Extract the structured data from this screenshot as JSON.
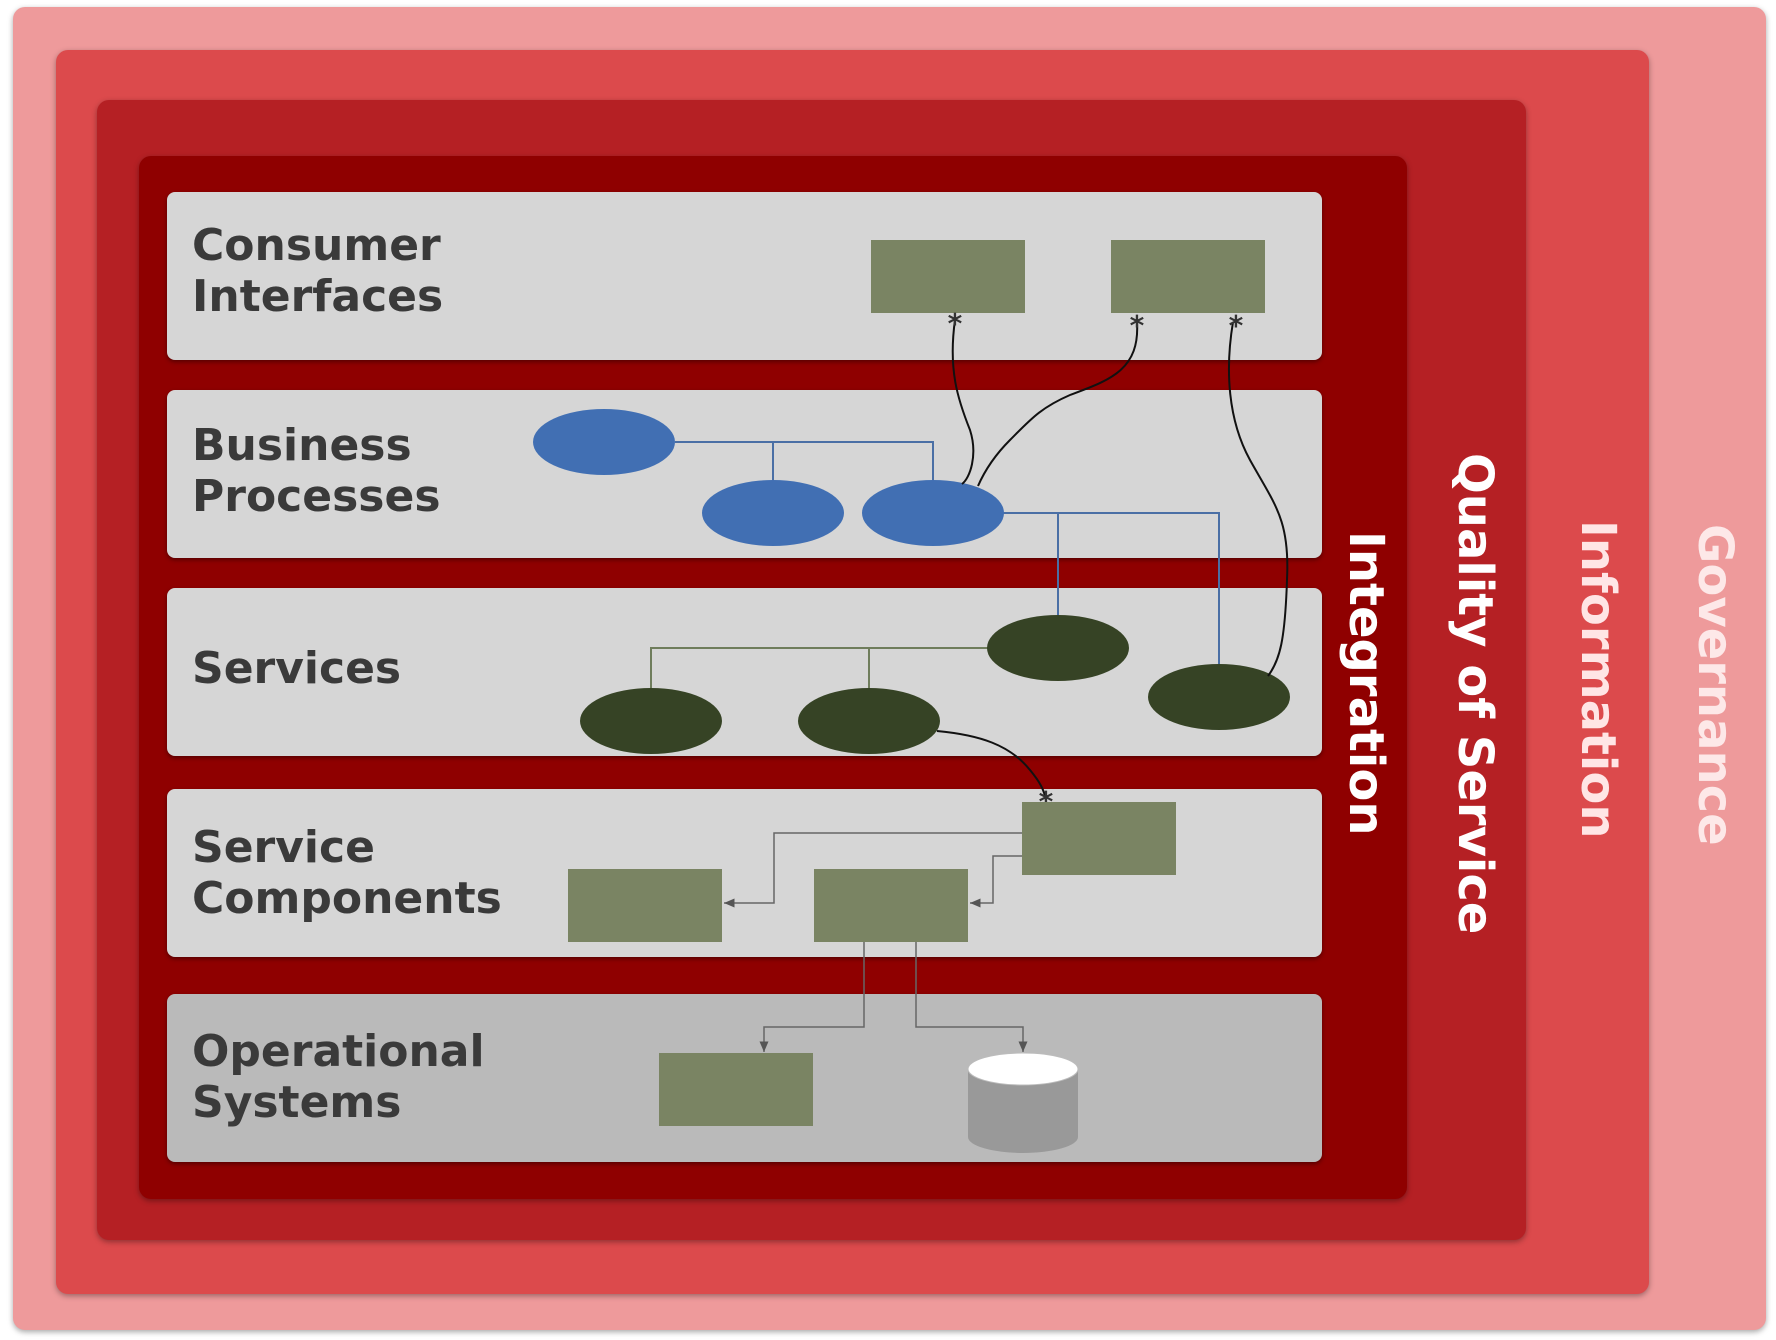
{
  "frames": {
    "governance": "Governance",
    "information": "Information",
    "quality_of_service": "Quality of Service",
    "integration": "Integration"
  },
  "layers": {
    "consumer_interfaces": {
      "line1": "Consumer",
      "line2": "Interfaces"
    },
    "business_processes": {
      "line1": "Business",
      "line2": "Processes"
    },
    "services": {
      "line1": "Services"
    },
    "service_components": {
      "line1": "Service",
      "line2": "Components"
    },
    "operational_systems": {
      "line1": "Operational",
      "line2": "Systems"
    }
  },
  "connector_markers": {
    "multiplicity": "*"
  },
  "colors": {
    "governance": "#ee9a9b",
    "information": "#dc4a4c",
    "quality_of_service": "#b52024",
    "integration": "#8f0000",
    "layer": "#d6d6d6",
    "operational_layer": "#bababa",
    "component_box": "#7a8463",
    "process_ellipse": "#416fb3",
    "service_ellipse": "#364325",
    "database": "#999999"
  },
  "icons": {
    "database": "database-cylinder-icon"
  }
}
